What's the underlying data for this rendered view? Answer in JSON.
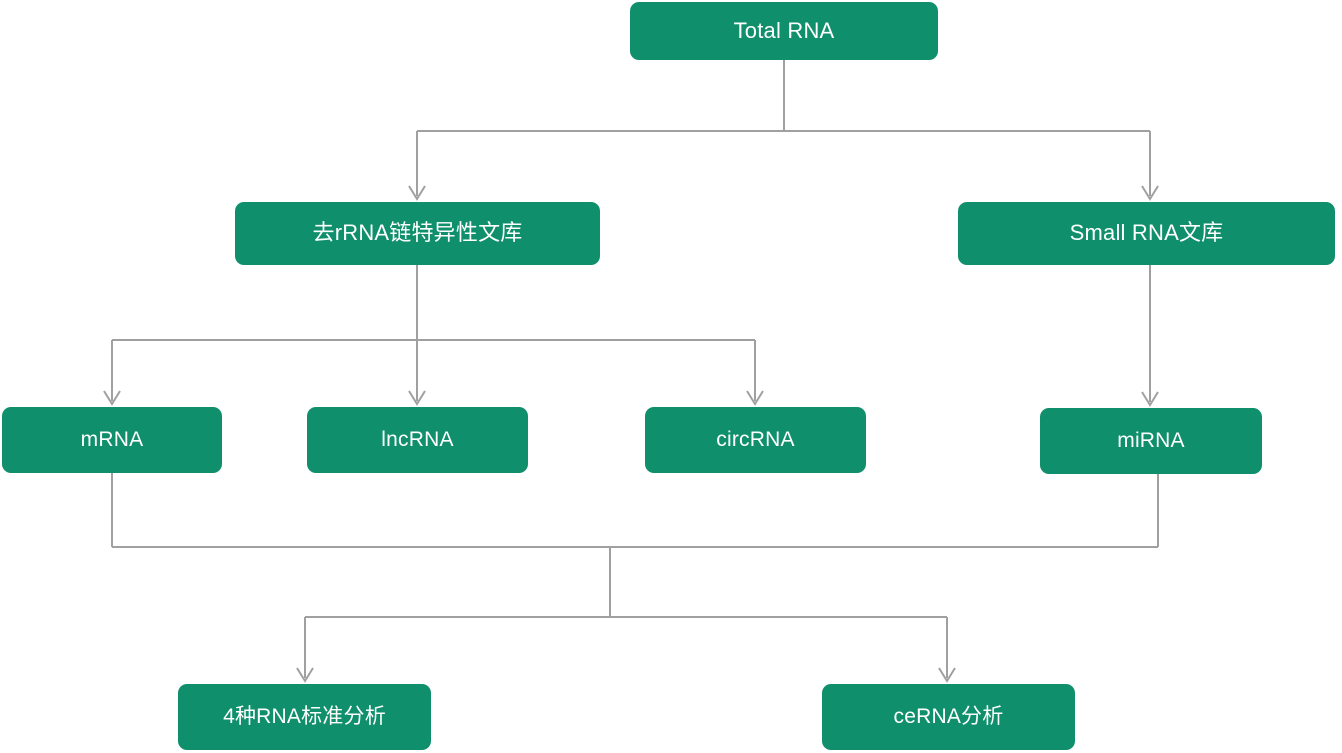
{
  "diagram": {
    "title": "RNA library construction and analysis workflow",
    "colors": {
      "node_fill": "#0f8f6b",
      "node_text": "#ffffff",
      "edge": "#a0a0a0",
      "background": "#ffffff"
    },
    "nodes": {
      "total_rna": "Total RNA",
      "rrna_depleted_library": "去rRNA链特异性文库",
      "small_rna_library": "Small RNA文库",
      "mrna": "mRNA",
      "lncrna": "lncRNA",
      "circrna": "circRNA",
      "mirna": "miRNA",
      "four_rna_standard_analysis": "4种RNA标准分析",
      "cerna_analysis": "ceRNA分析"
    },
    "edges": [
      {
        "from": "total_rna",
        "to": "rrna_depleted_library"
      },
      {
        "from": "total_rna",
        "to": "small_rna_library"
      },
      {
        "from": "rrna_depleted_library",
        "to": "mrna"
      },
      {
        "from": "rrna_depleted_library",
        "to": "lncrna"
      },
      {
        "from": "rrna_depleted_library",
        "to": "circrna"
      },
      {
        "from": "small_rna_library",
        "to": "mirna"
      },
      {
        "from": "mrna",
        "to": "four_rna_standard_analysis"
      },
      {
        "from": "mirna",
        "to": "cerna_analysis"
      }
    ]
  }
}
